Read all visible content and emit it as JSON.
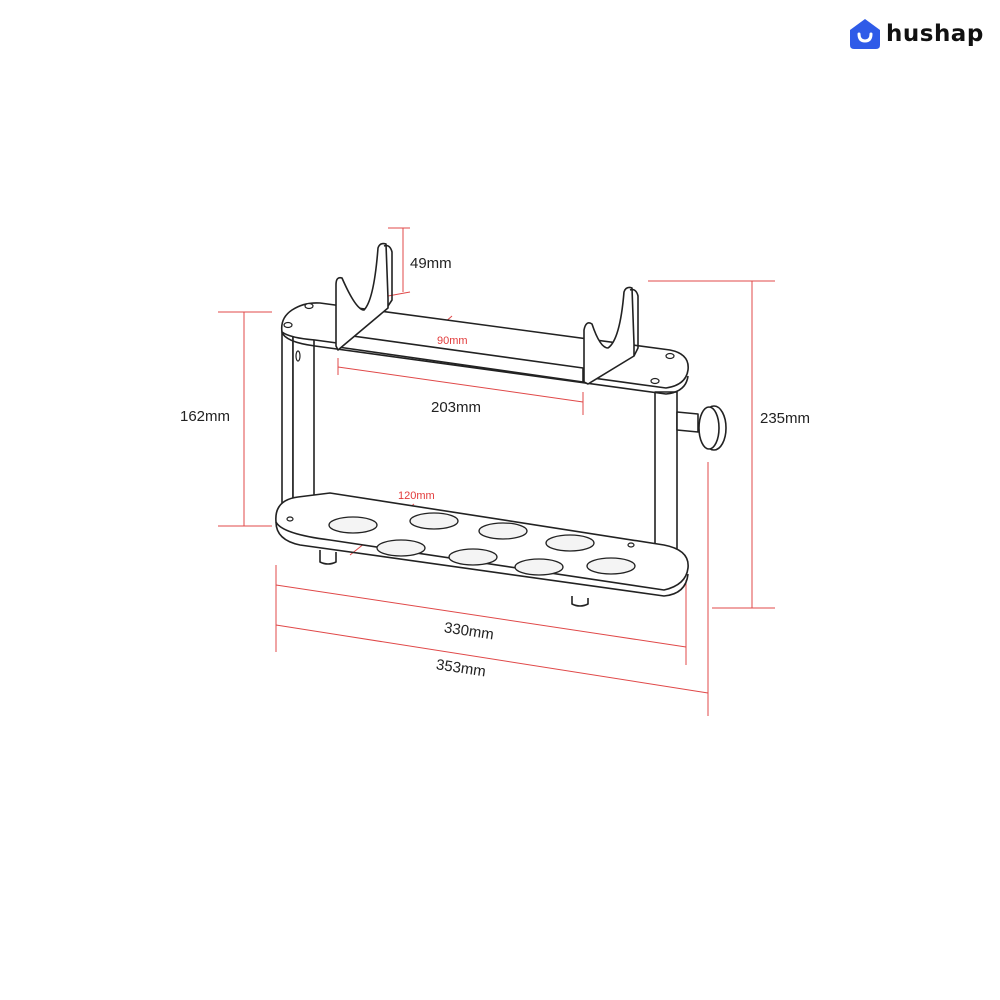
{
  "brand": {
    "name": "hushap"
  },
  "dimensions": {
    "prong_height": "49mm",
    "prong_width": "90mm",
    "top_span": "203mm",
    "hole_spacing": "120mm",
    "inner_height": "162mm",
    "total_height": "235mm",
    "base_length": "330mm",
    "total_length": "353mm"
  },
  "colors": {
    "outline": "#222222",
    "dimension_line": "#e04848",
    "dimension_text_red": "#e23b3b",
    "brand_blue": "#2f5be8"
  }
}
